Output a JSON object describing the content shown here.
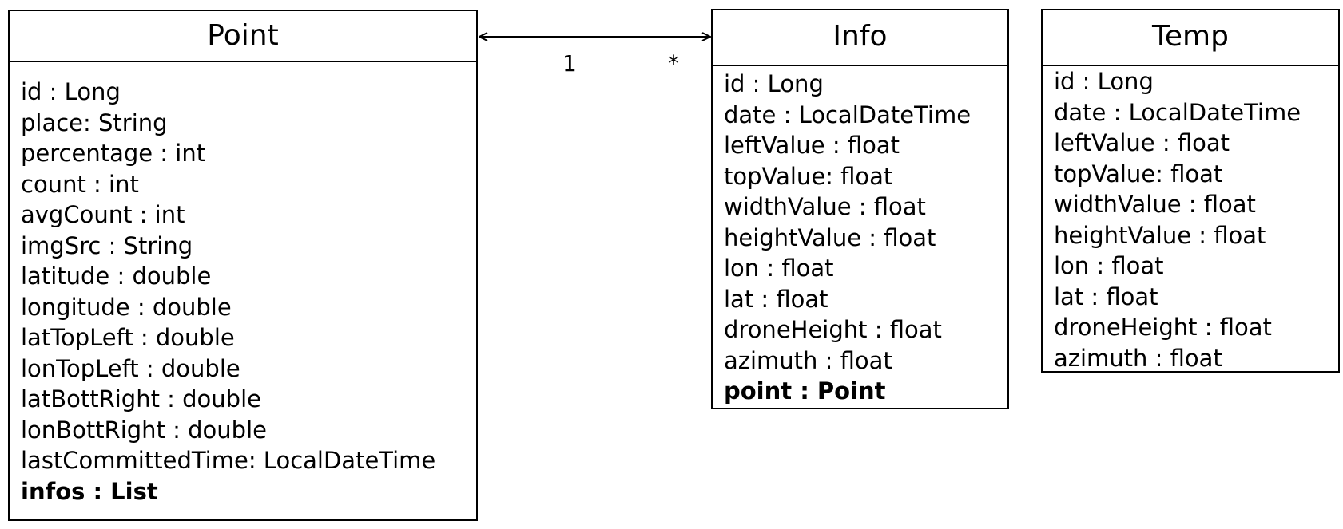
{
  "classes": {
    "point": {
      "name": "Point",
      "attributes": [
        {
          "text": "id : Long",
          "emphasis": false
        },
        {
          "text": "place: String",
          "emphasis": false
        },
        {
          "text": "percentage : int",
          "emphasis": false
        },
        {
          "text": "count : int",
          "emphasis": false
        },
        {
          "text": "avgCount : int",
          "emphasis": false
        },
        {
          "text": "imgSrc : String",
          "emphasis": false
        },
        {
          "text": "latitude : double",
          "emphasis": false
        },
        {
          "text": "longitude : double",
          "emphasis": false
        },
        {
          "text": "latTopLeft : double",
          "emphasis": false
        },
        {
          "text": "lonTopLeft : double",
          "emphasis": false
        },
        {
          "text": "latBottRight : double",
          "emphasis": false
        },
        {
          "text": "lonBottRight : double",
          "emphasis": false
        },
        {
          "text": "lastCommittedTime: LocalDateTime",
          "emphasis": false
        },
        {
          "text": "infos : List",
          "emphasis": true
        }
      ]
    },
    "info": {
      "name": "Info",
      "attributes": [
        {
          "text": "id : Long",
          "emphasis": false
        },
        {
          "text": "date : LocalDateTime",
          "emphasis": false
        },
        {
          "text": "leftValue : float",
          "emphasis": false
        },
        {
          "text": "topValue: float",
          "emphasis": false
        },
        {
          "text": "widthValue : float",
          "emphasis": false
        },
        {
          "text": "heightValue : float",
          "emphasis": false
        },
        {
          "text": "lon : float",
          "emphasis": false
        },
        {
          "text": "lat : float",
          "emphasis": false
        },
        {
          "text": "droneHeight : float",
          "emphasis": false
        },
        {
          "text": "azimuth : float",
          "emphasis": false
        },
        {
          "text": "point : Point",
          "emphasis": true
        }
      ]
    },
    "temp": {
      "name": "Temp",
      "attributes": [
        {
          "text": "id : Long",
          "emphasis": false
        },
        {
          "text": "date : LocalDateTime",
          "emphasis": false
        },
        {
          "text": "leftValue : float",
          "emphasis": false
        },
        {
          "text": "topValue: float",
          "emphasis": false
        },
        {
          "text": "widthValue : float",
          "emphasis": false
        },
        {
          "text": "heightValue : float",
          "emphasis": false
        },
        {
          "text": "lon : float",
          "emphasis": false
        },
        {
          "text": "lat : float",
          "emphasis": false
        },
        {
          "text": "droneHeight : float",
          "emphasis": false
        },
        {
          "text": "azimuth : float",
          "emphasis": false
        }
      ]
    }
  },
  "association": {
    "from": "Point",
    "to": "Info",
    "direction": "bidirectional",
    "source_multiplicity": "1",
    "target_multiplicity": "*"
  },
  "colors": {
    "stroke": "#000000",
    "background": "#ffffff"
  }
}
